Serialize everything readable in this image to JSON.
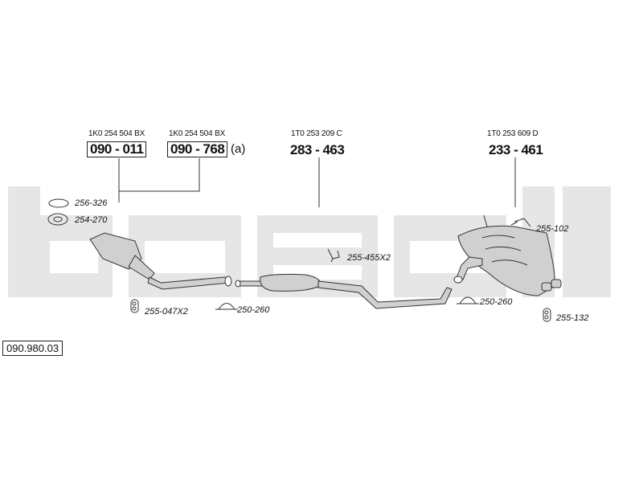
{
  "catalog_number": "090.980.03",
  "watermark": "bosal",
  "parts": [
    {
      "oe": "1K0 254 504 BX",
      "number": "090 - 011",
      "boxed": true,
      "suffix": ""
    },
    {
      "oe": "1K0 254 504 BX",
      "number": "090 - 768",
      "boxed": true,
      "suffix": "(a)"
    },
    {
      "oe": "1T0 253 209 C",
      "number": "283 - 463",
      "boxed": false,
      "suffix": ""
    },
    {
      "oe": "1T0 253 609 D",
      "number": "233 - 461",
      "boxed": false,
      "suffix": ""
    }
  ],
  "accessories": [
    {
      "code": "256-326",
      "icon": "gasket-ring-icon"
    },
    {
      "code": "254-270",
      "icon": "flange-gasket-icon"
    },
    {
      "code": "255-047X2",
      "icon": "rubber-hanger-icon"
    },
    {
      "code": "250-260",
      "icon": "pipe-clamp-icon"
    },
    {
      "code": "255-455X2",
      "icon": "mounting-bracket-icon"
    },
    {
      "code": "250-260",
      "icon": "pipe-clamp-icon"
    },
    {
      "code": "255-102",
      "icon": "mounting-bracket-icon"
    },
    {
      "code": "255-132",
      "icon": "rubber-hanger-icon"
    }
  ],
  "colors": {
    "watermark": "#e6e6e6",
    "line": "#333333",
    "part_fill": "#d0d0d0"
  }
}
